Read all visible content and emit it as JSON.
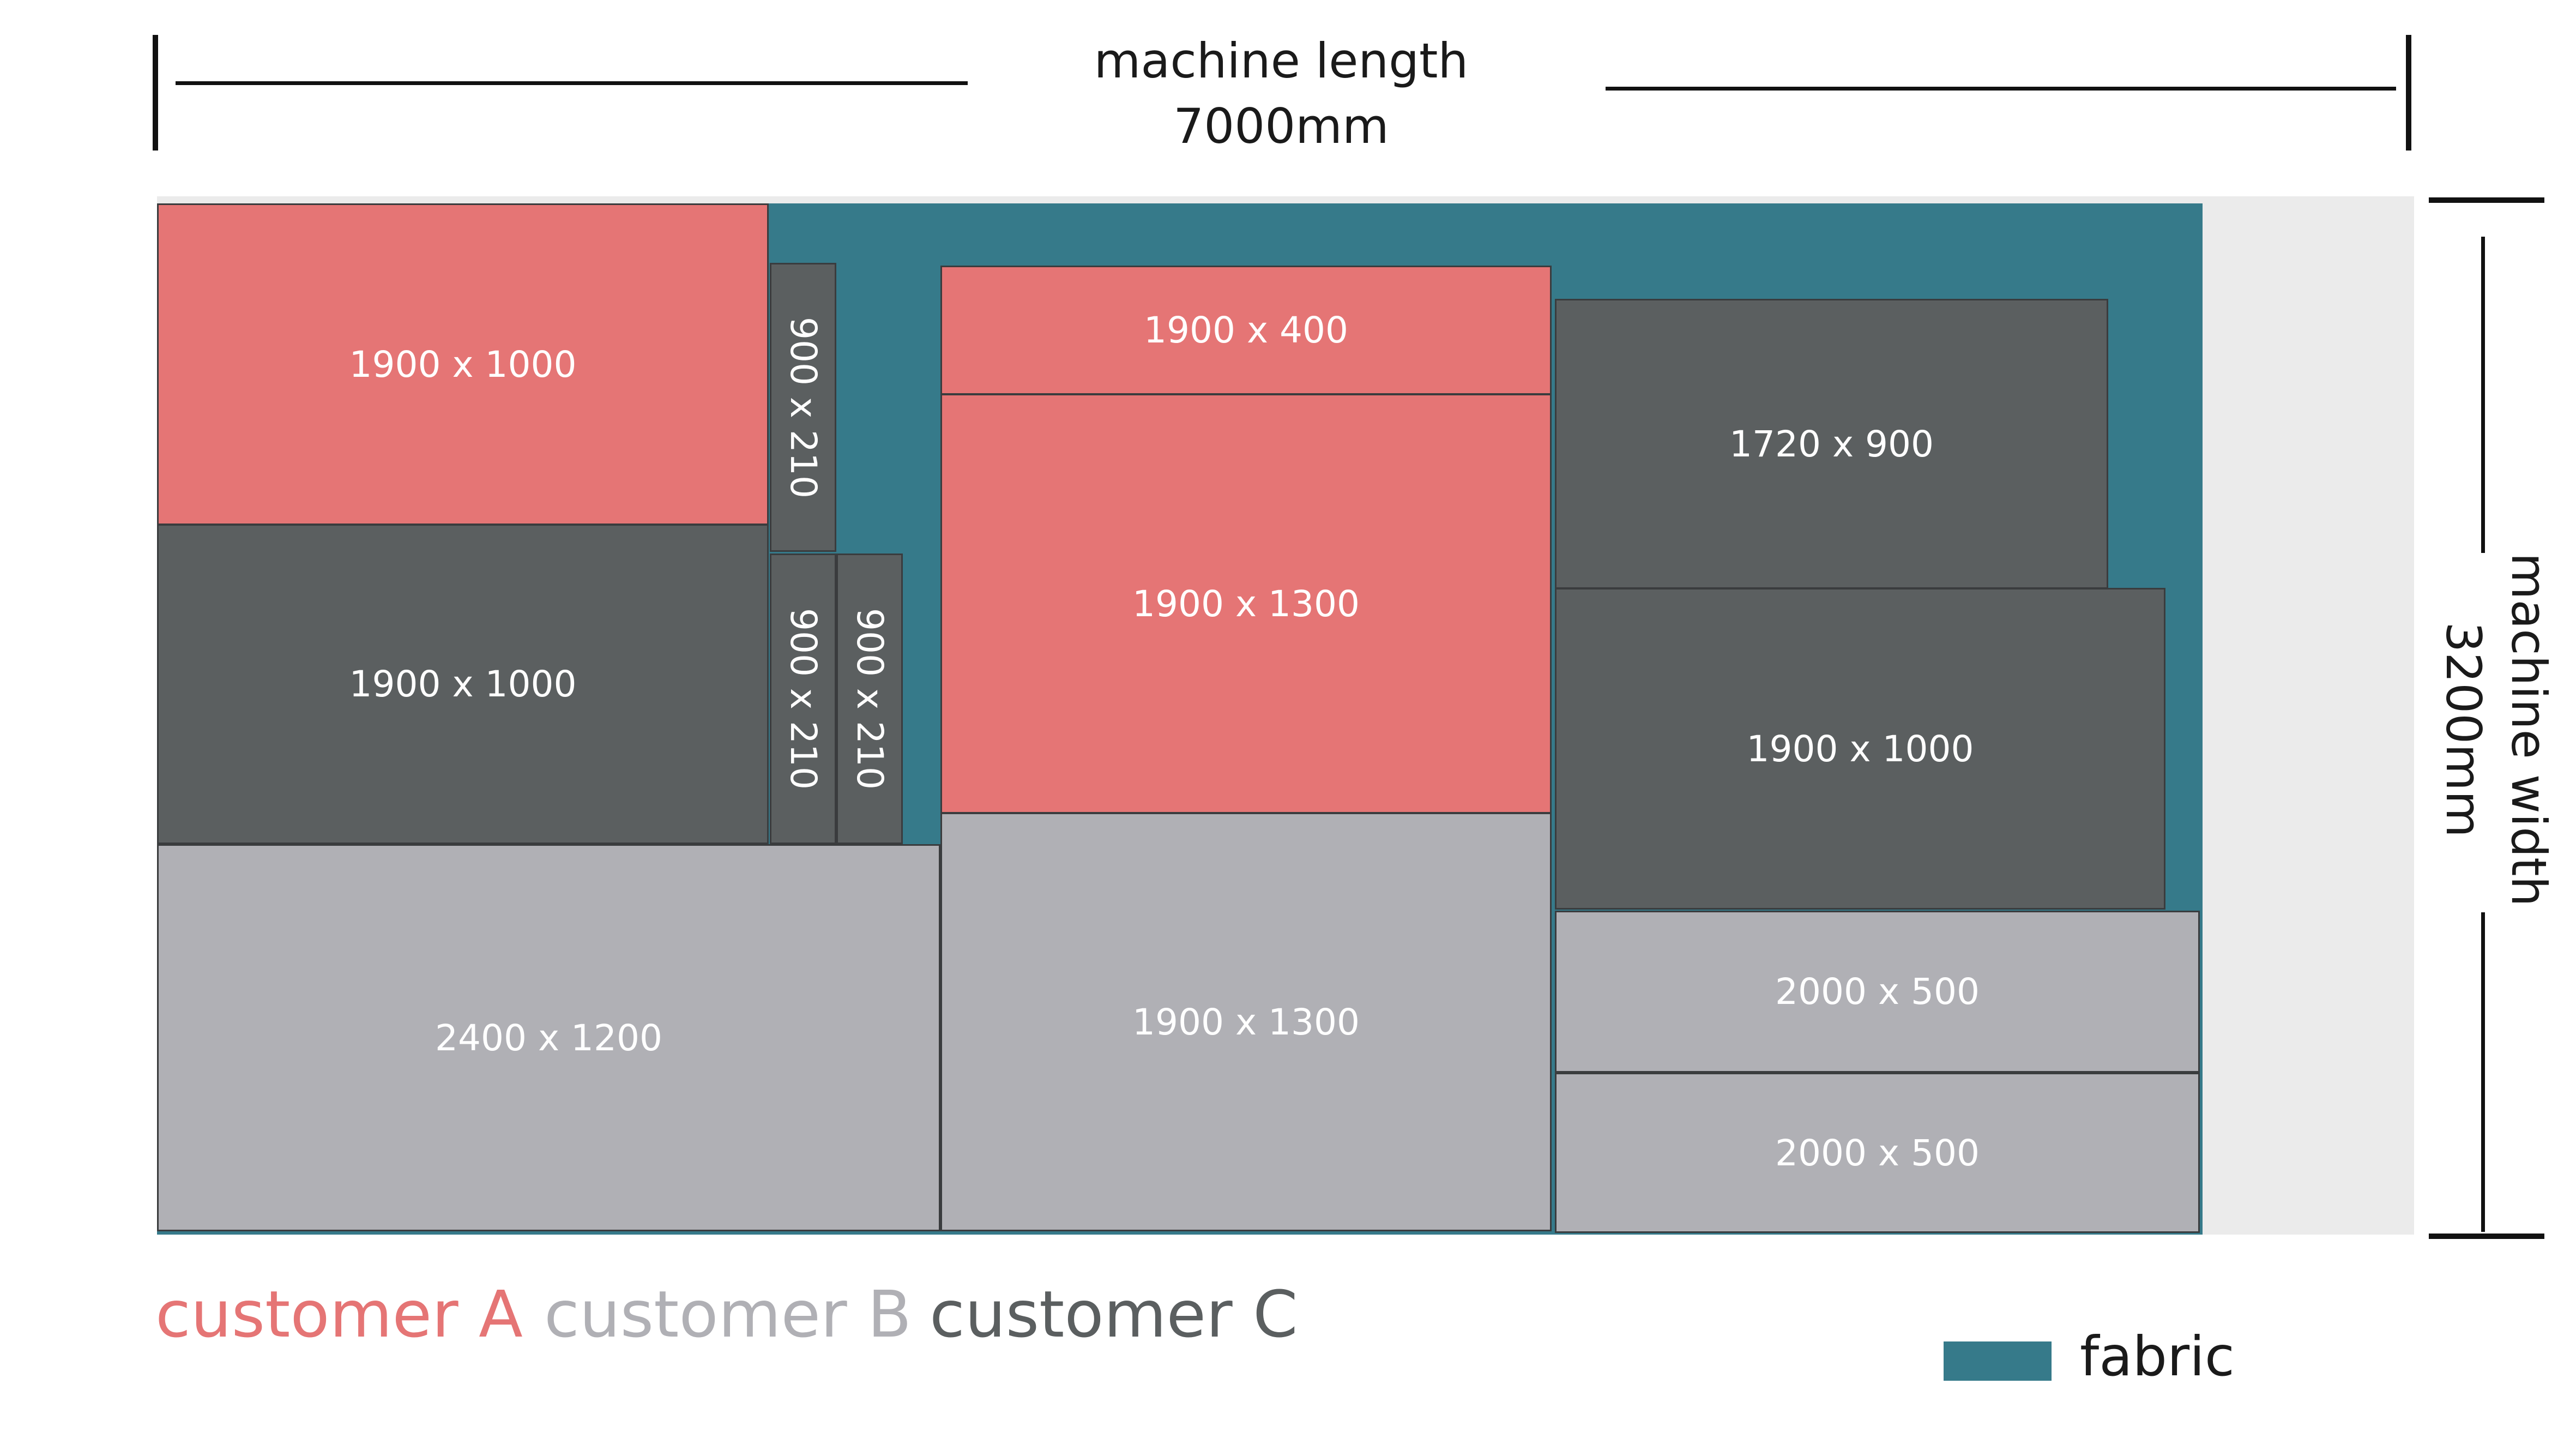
{
  "colors": {
    "customer_a": "#e57575",
    "customer_b": "#b0b0b5",
    "customer_c": "#5b5f60",
    "fabric": "#367a8a",
    "machine_bed": "#ebebeb"
  },
  "machine_length": {
    "line1": "machine length",
    "line2": "7000mm"
  },
  "machine_width": {
    "line1": "machine width",
    "line2": "3200mm"
  },
  "pieces": {
    "a1": {
      "label": "1900 x 1000",
      "customer": "A"
    },
    "c1": {
      "label": "900 x 210",
      "customer": "C"
    },
    "c2": {
      "label": "1900 x 1000",
      "customer": "C"
    },
    "c3": {
      "label": "900 x 210",
      "customer": "C"
    },
    "c4": {
      "label": "900 x 210",
      "customer": "C"
    },
    "b1": {
      "label": "2400 x 1200",
      "customer": "B"
    },
    "a2": {
      "label": "1900 x 400",
      "customer": "A"
    },
    "a3": {
      "label": "1900 x 1300",
      "customer": "A"
    },
    "b2": {
      "label": "1900 x 1300",
      "customer": "B"
    },
    "c5": {
      "label": "1720 x 900",
      "customer": "C"
    },
    "c6": {
      "label": "1900 x 1000",
      "customer": "C"
    },
    "b3": {
      "label": "2000 x 500",
      "customer": "B"
    },
    "b4": {
      "label": "2000 x 500",
      "customer": "B"
    }
  },
  "legend": {
    "customer_a": "customer A",
    "customer_b": "customer B",
    "customer_c": "customer C",
    "fabric": "fabric"
  }
}
